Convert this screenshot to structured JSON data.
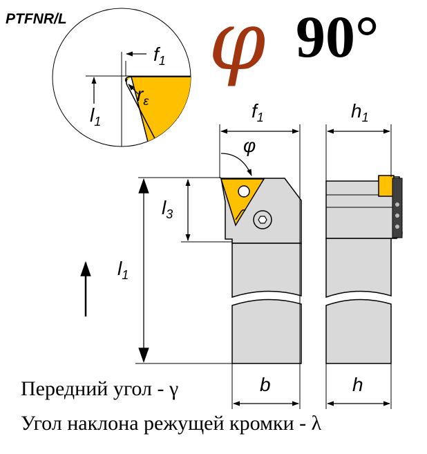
{
  "holder_code": "PTFNR/L",
  "approach_symbol": "φ",
  "approach_angle": "90°",
  "colors": {
    "symbol": "#a0350f",
    "insert": "#ffc000",
    "body": "#d9d9d9"
  },
  "detail_labels": {
    "f": "f",
    "f_sub": "1",
    "l": "l",
    "l_sub": "1",
    "r": "r",
    "r_sub": "ε"
  },
  "dimensions": {
    "f": "f",
    "f_sub": "1",
    "h": "h",
    "h_sub": "1",
    "phi": "φ",
    "l3": "l",
    "l3_sub": "3",
    "l1": "l",
    "l1_sub": "1",
    "b": "b",
    "h_bottom": "h"
  },
  "captions": {
    "rake_angle": "Передний угол - γ",
    "inclination_angle": "Угол наклона режущей кромки - λ"
  }
}
